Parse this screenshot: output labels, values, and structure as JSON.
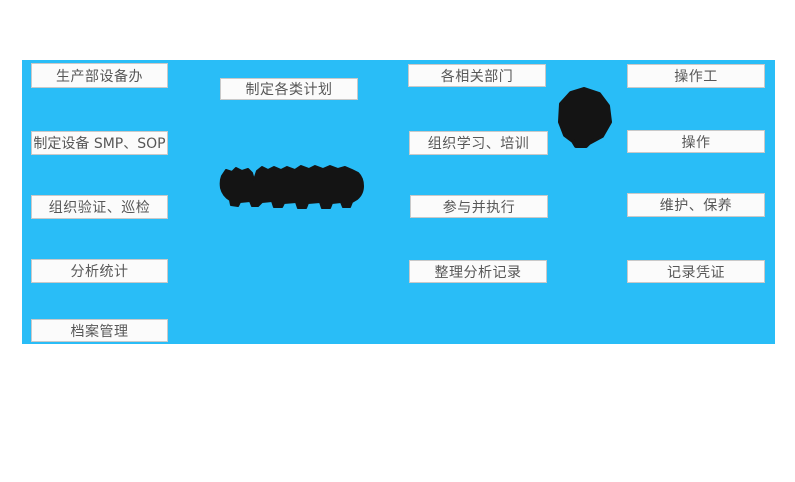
{
  "colors": {
    "canvas": "#29bdf7",
    "box_bg": "#fbfbfb",
    "box_border": "#c9c9c9",
    "box_text": "#575757",
    "blob": "#141414"
  },
  "boxes": {
    "left_column": [
      {
        "label": "生产部设备办"
      },
      {
        "label": "制定设备 SMP、SOP"
      },
      {
        "label": "组织验证、巡检"
      },
      {
        "label": "分析统计"
      },
      {
        "label": "档案管理"
      }
    ],
    "plan_column": [
      {
        "label": "制定各类计划"
      }
    ],
    "department_column": [
      {
        "label": "各相关部门"
      },
      {
        "label": "组织学习、培训"
      },
      {
        "label": "参与并执行"
      },
      {
        "label": "整理分析记录"
      }
    ],
    "operator_column": [
      {
        "label": "操作工"
      },
      {
        "label": "操作"
      },
      {
        "label": "维护、保养"
      },
      {
        "label": "记录凭证"
      }
    ]
  }
}
